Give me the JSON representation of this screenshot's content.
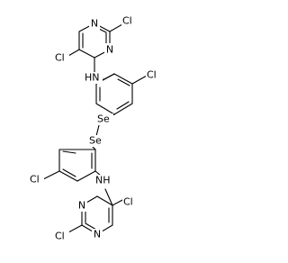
{
  "molecule": {
    "top_pyrazine": {
      "atoms": {
        "n1": "N",
        "n4": "N",
        "cl_right": "Cl",
        "cl_left": "Cl"
      }
    },
    "top_amine": {
      "label": "HN"
    },
    "top_phenyl": {
      "cl": "Cl"
    },
    "diselenide": {
      "se_top": "Se",
      "se_bottom": "Se"
    },
    "bottom_phenyl": {
      "cl": "Cl"
    },
    "bottom_amine": {
      "label": "NH"
    },
    "bottom_pyrazine": {
      "atoms": {
        "n1": "N",
        "n4": "N",
        "cl_right": "Cl",
        "cl_left": "Cl"
      }
    }
  }
}
